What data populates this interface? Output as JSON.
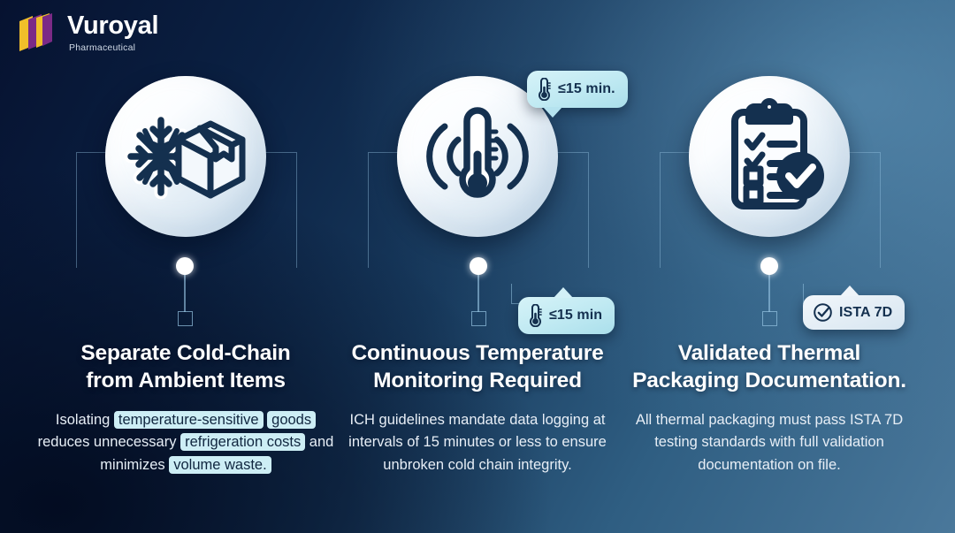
{
  "brand": {
    "name": "Vuroyal",
    "tagline": "Pharmaceutical",
    "logo_icon": "layered-pages-logo-icon",
    "logo_colors": {
      "yellow": "#f0bf2a",
      "purple": "#7b2a86"
    }
  },
  "theme": {
    "background_dark": "#061230",
    "background_light": "#4a789b",
    "arrow_fill": "#cfeaf6",
    "arrow_glow": "#9fd8ef",
    "badge_cyan": "#bfe9f2",
    "badge_pale": "#e3edf5",
    "heading_color": "#ffffff",
    "body_color": "#e7eef6",
    "highlight_bg": "#cdeef5",
    "icon_navy": "#14304f"
  },
  "badges": [
    {
      "id": "badge-top-15min",
      "icon": "thermometer-icon",
      "label": "≤15 min.",
      "style": "cyan"
    },
    {
      "id": "badge-bottom-15min",
      "icon": "thermometer-icon",
      "label": "≤15 min",
      "style": "cyan"
    },
    {
      "id": "badge-ista-7d",
      "icon": "check-circle-icon",
      "label": "ISTA 7D",
      "style": "pale"
    }
  ],
  "steps": [
    {
      "icon": "snowflake-box-icon",
      "heading_line1": "Separate Cold-Chain",
      "heading_line2": "from Ambient Items",
      "body_segments": [
        {
          "text": "Isolating ",
          "highlight": false
        },
        {
          "text": "temperature-sensitive",
          "highlight": true
        },
        {
          "text": " ",
          "highlight": false
        },
        {
          "text": "goods",
          "highlight": true
        },
        {
          "text": " reduces unnecessary ",
          "highlight": false
        },
        {
          "text": "refrigeration costs",
          "highlight": true
        },
        {
          "text": " and minimizes ",
          "highlight": false
        },
        {
          "text": "volume waste.",
          "highlight": true
        }
      ]
    },
    {
      "icon": "thermometer-signal-icon",
      "heading_line1": "Continuous Temperature",
      "heading_line2": "Monitoring Required",
      "body_segments": [
        {
          "text": "ICH guidelines mandate data logging at intervals of 15 minutes or less to ensure unbroken cold chain integrity.",
          "highlight": false
        }
      ]
    },
    {
      "icon": "clipboard-check-icon",
      "heading_line1": "Validated Thermal",
      "heading_line2": "Packaging Documentation.",
      "body_segments": [
        {
          "text": "All thermal packaging must pass ISTA 7D testing standards with full validation documentation on file.",
          "highlight": false
        }
      ]
    }
  ],
  "timeline": {
    "direction_icon": "right-arrow-icon",
    "node_count": 3
  }
}
